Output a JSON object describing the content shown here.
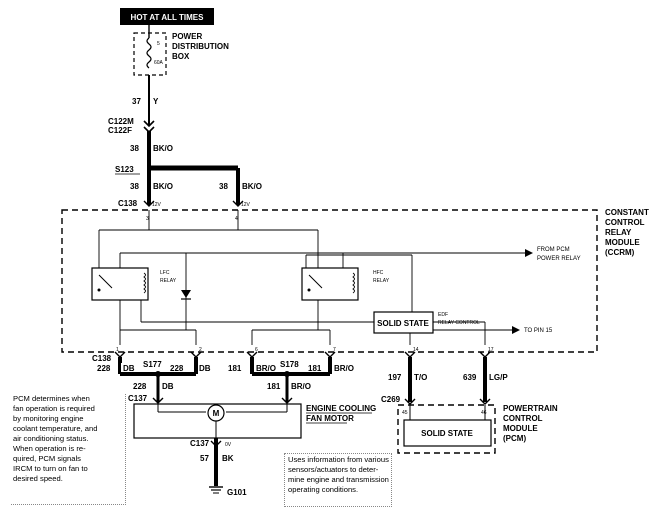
{
  "header": {
    "title": "HOT AT ALL TIMES"
  },
  "pdb": {
    "label_line1": "POWER",
    "label_line2": "DISTRIBUTION",
    "label_line3": "BOX",
    "fuse_number": "5",
    "fuse_rating": "60A"
  },
  "wires": [
    {
      "circuit": "37",
      "color": "Y"
    },
    {
      "circuit": "38",
      "color": "BK/O"
    },
    {
      "circuit": "38",
      "color": "BK/O"
    },
    {
      "circuit": "38",
      "color": "BK/O"
    },
    {
      "circuit": "228",
      "color": "DB"
    },
    {
      "circuit": "228",
      "color": "DB"
    },
    {
      "circuit": "181",
      "color": "BR/O"
    },
    {
      "circuit": "181",
      "color": "BR/O"
    },
    {
      "circuit": "197",
      "color": "T/O"
    },
    {
      "circuit": "639",
      "color": "LG/P"
    },
    {
      "circuit": "228",
      "color": "DB"
    },
    {
      "circuit": "181",
      "color": "BR/O"
    },
    {
      "circuit": "57",
      "color": "BK"
    }
  ],
  "connectors": {
    "c122m": "C122M",
    "c122f": "C122F",
    "s123": "S123",
    "c138_top": "C138",
    "c138_bottom": "C138",
    "s177": "S177",
    "s178": "S178",
    "c137_top": "C137",
    "c137_bottom": "C137",
    "c269": "C269",
    "g101": "G101"
  },
  "ccrm": {
    "label_line1": "CONSTANT",
    "label_line2": "CONTROL",
    "label_line3": "RELAY",
    "label_line4": "MODULE",
    "label_line5": "(CCRM)",
    "pins": {
      "p3": "3",
      "p4": "4",
      "p1": "1",
      "p2": "2",
      "p6": "6",
      "p7": "7",
      "p14": "14",
      "p17": "17"
    },
    "voltage_a": "12V",
    "voltage_b": "12V",
    "lfc_relay_line1": "LFC",
    "lfc_relay_line2": "RELAY",
    "hfc_relay_line1": "HFC",
    "hfc_relay_line2": "RELAY",
    "solid_state": "SOLID STATE",
    "edf_line1": "EDF",
    "edf_line2": "RELAY CONTROL"
  },
  "annotations": {
    "from_pcm_line1": "FROM PCM",
    "from_pcm_line2": "POWER RELAY",
    "to_pin": "TO PIN 15"
  },
  "motor": {
    "label_line1": "ENGINE COOLING",
    "label_line2": "FAN MOTOR",
    "ground_voltage": "0V",
    "symbol": "M"
  },
  "pcm": {
    "label_line1": "POWERTRAIN",
    "label_line2": "CONTROL",
    "label_line3": "MODULE",
    "label_line4": "(PCM)",
    "solid_state": "SOLID STATE",
    "pin_a": "45",
    "pin_b": "46"
  },
  "notes": {
    "pcm_lines": [
      "PCM determines when",
      "fan operation is required",
      "by monitoring engine",
      "coolant temperature, and",
      "air conditioning status.",
      "When operation is re-",
      "quired, PCM signals",
      "IRCM to turn on fan to",
      "desired speed."
    ],
    "sensor_lines": [
      "Uses information from various",
      "sensors/actuators to deter-",
      "mine engine and transmission",
      "operating conditions."
    ]
  }
}
